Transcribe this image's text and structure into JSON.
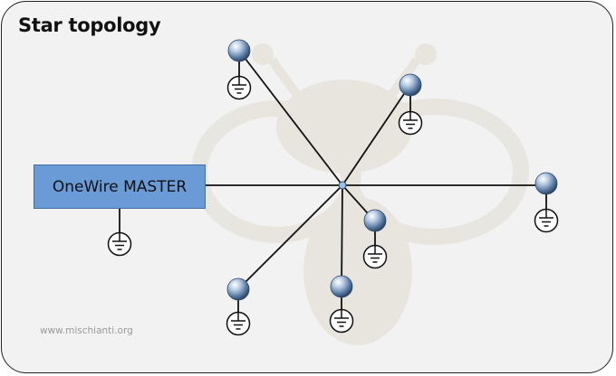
{
  "diagram": {
    "title": "Star topology",
    "master_label": "OneWire MASTER",
    "credit": "www.mischianti.org",
    "node_icon": "sphere-node",
    "ground_icon": "ground-symbol",
    "colors": {
      "background": "#f2f2f2",
      "master_fill": "#6b9bd6",
      "line": "#111111",
      "node": "#5f7fa8"
    }
  }
}
